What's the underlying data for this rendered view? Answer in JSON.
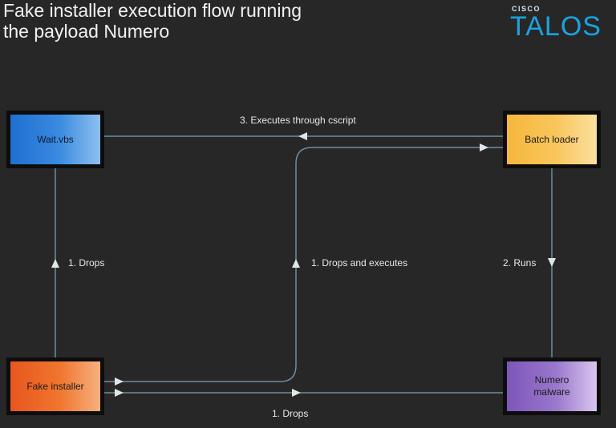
{
  "header": {
    "title_line1": "Fake installer execution flow running",
    "title_line2": "the payload Numero",
    "brand_small": "CISCO",
    "brand_large": "TALOS"
  },
  "nodes": {
    "wait_vbs": "Wait.vbs",
    "batch_loader": "Batch loader",
    "fake_installer": "Fake installer",
    "numero_line1": "Numero",
    "numero_line2": "malware"
  },
  "edges": {
    "executes_cscript": "3. Executes through cscript",
    "drops_wait": "1. Drops",
    "drops_executes": "1. Drops and executes",
    "runs": "2. Runs",
    "drops_numero": "1. Drops"
  },
  "colors": {
    "background": "#272727",
    "line": "#6e8ea2",
    "talos_blue": "#1aa3e0"
  }
}
